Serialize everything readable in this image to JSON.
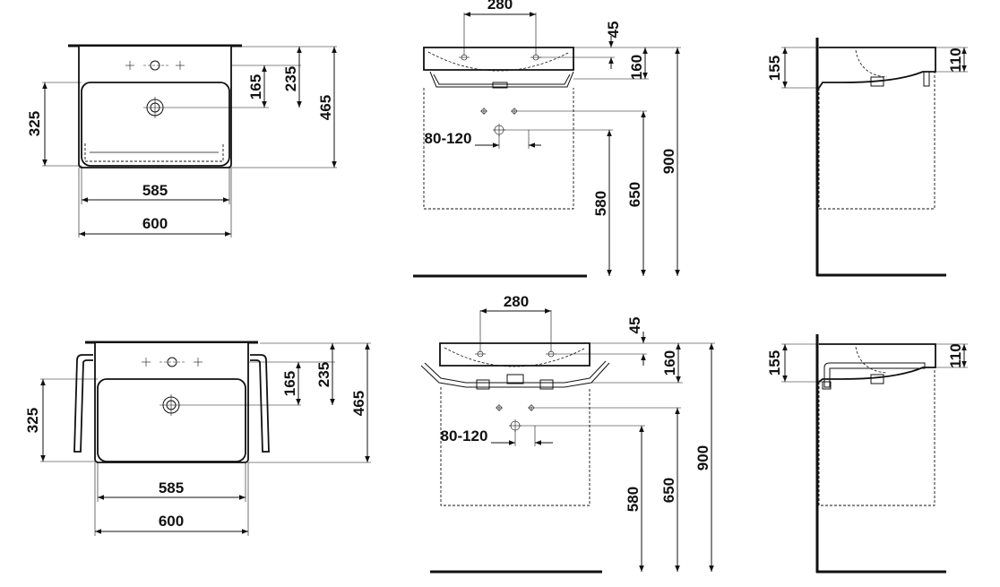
{
  "dimensions": {
    "tl": {
      "width_inner": "585",
      "width_outer": "600",
      "depth_bowl": "325",
      "tap_165": "165",
      "tap_235": "235",
      "depth_total": "465"
    },
    "tm": {
      "tap_spacing": "280",
      "rim_45": "45",
      "height_160": "160",
      "waste_range": "80-120",
      "h_580": "580",
      "h_650": "650",
      "h_900": "900"
    },
    "tr": {
      "h_155": "155",
      "h_110": "110"
    },
    "bl": {
      "width_inner": "585",
      "width_outer": "600",
      "depth_bowl": "325",
      "tap_165": "165",
      "tap_235": "235",
      "depth_total": "465"
    },
    "bm": {
      "tap_spacing": "280",
      "rim_45": "45",
      "height_160": "160",
      "waste_range": "80-120",
      "h_580": "580",
      "h_650": "650",
      "h_900": "900"
    },
    "br": {
      "h_155": "155",
      "h_110": "110"
    }
  }
}
